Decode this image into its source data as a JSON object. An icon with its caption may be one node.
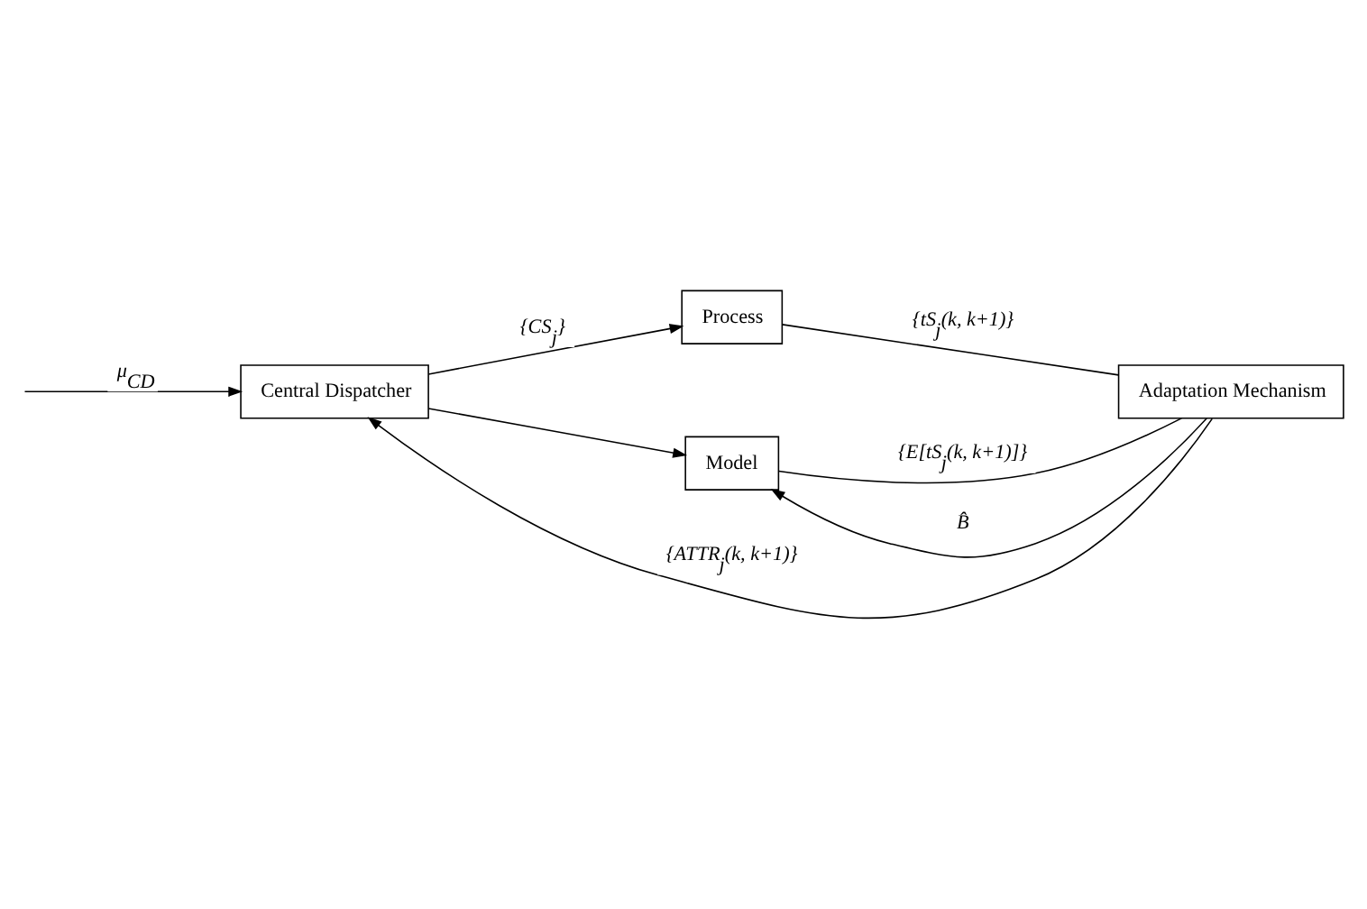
{
  "diagram": {
    "nodes": [
      {
        "text": [
          "Central Dispatcher"
        ]
      },
      {
        "text": [
          "Process"
        ]
      },
      {
        "text": [
          "Model"
        ]
      },
      {
        "text": [
          "Adaptation Mechanism"
        ]
      }
    ],
    "edges": [
      {
        "from": null,
        "to": 0,
        "arrow": "to",
        "label": "μ$_{CD}$"
      },
      {
        "from": 0,
        "to": 1,
        "arrow": "to",
        "label": "{CS$_{j}$}"
      },
      {
        "from": 0,
        "to": 2,
        "arrow": "to"
      },
      {
        "from": 1,
        "to": 3,
        "arrow": "none",
        "label": "{tS$_{j}$(k, k+1)}"
      },
      {
        "from": 2,
        "to": 3,
        "arrow": "none",
        "label": "{E[tS$_{j}$(k, k+1)]}"
      },
      {
        "from": 3,
        "to": 2,
        "arrow": "to",
        "label": "B̂"
      },
      {
        "from": 3,
        "to": 0,
        "arrow": "to",
        "label": "{ATTR$_{j}$(k, k+1)}"
      }
    ]
  }
}
